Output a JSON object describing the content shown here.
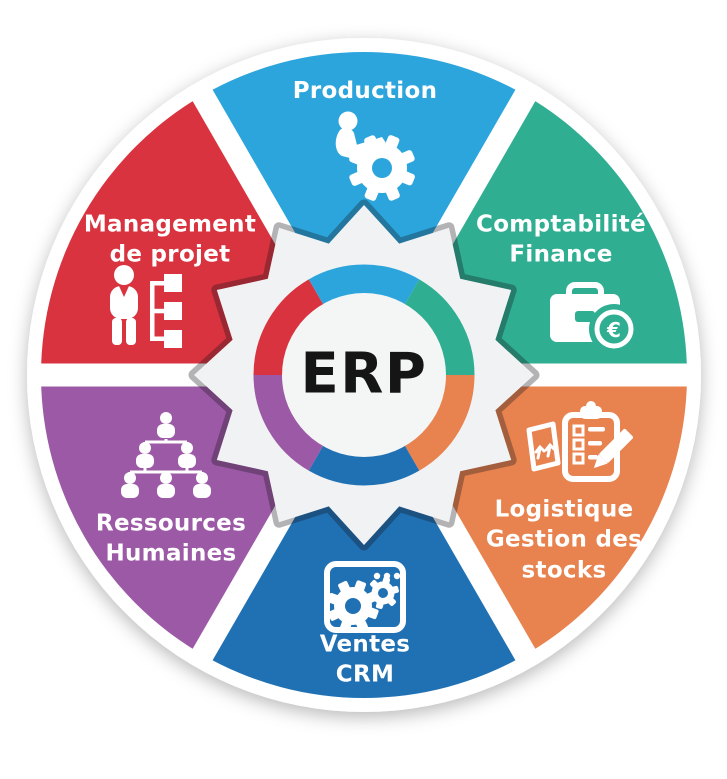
{
  "diagram": {
    "title": "ERP modules wheel",
    "center_label": "ERP",
    "background_color": "#ffffff",
    "star_fill": "#f1f2f3",
    "center_circle_fill": "#f4f5f5",
    "label_text_color": "#ffffff",
    "center_text_color": "#151515"
  },
  "segments": [
    {
      "name": "Production",
      "label": "Production",
      "color": "#2ca5dc",
      "position": "top",
      "icon": "worker-gear-icon"
    },
    {
      "name": "Comptabilité Finance",
      "label": "Comptabilité\nFinance",
      "color": "#2fae92",
      "position": "top-right",
      "icon": "briefcase-euro-icon"
    },
    {
      "name": "Logistique Gestion des stocks",
      "label": "Logistique\nGestion des\nstocks",
      "color": "#e8824e",
      "position": "bottom-right",
      "icon": "box-clipboard-pencil-icon"
    },
    {
      "name": "Ventes CRM",
      "label": "Ventes\nCRM",
      "color": "#2071b3",
      "position": "bottom",
      "icon": "browser-gears-icon"
    },
    {
      "name": "Ressources Humaines",
      "label": "Ressources\nHumaines",
      "color": "#9c59a6",
      "position": "bottom-left",
      "icon": "org-chart-people-icon"
    },
    {
      "name": "Management de projet",
      "label": "Management\nde projet",
      "color": "#d9333f",
      "position": "top-left",
      "icon": "person-flowchart-icon"
    }
  ],
  "icons": {
    "euro_symbol": "€"
  }
}
